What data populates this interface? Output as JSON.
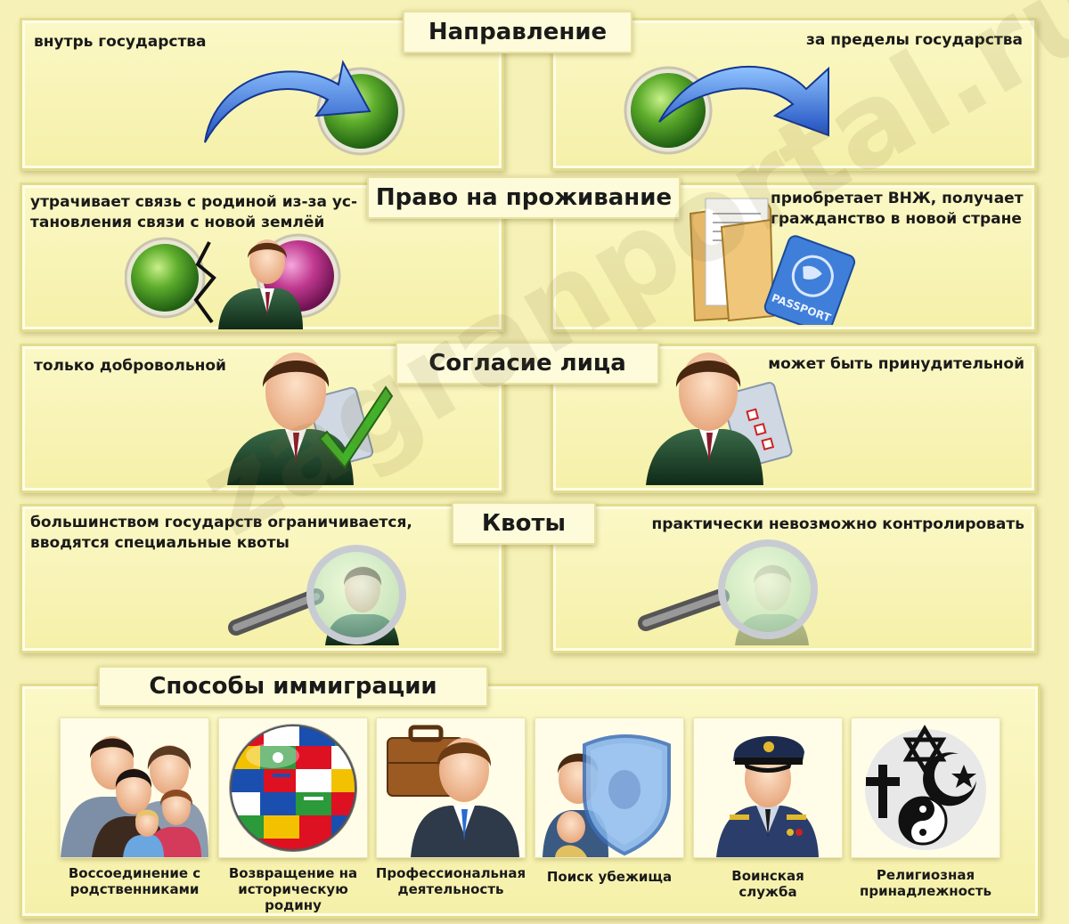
{
  "watermark": "zagranportal.ru",
  "sections": {
    "direction": {
      "title": "Направление",
      "left": "внутрь государства",
      "right": "за пределы государства"
    },
    "residence": {
      "title": "Право на проживание",
      "left": "утрачивает связь с родиной из-за ус-\nтановления связи с новой землёй",
      "right": "приобретает ВНЖ, получает\nгражданство в новой стране",
      "passport_text": "PASSPORT"
    },
    "consent": {
      "title": "Согласие лица",
      "left": "только добровольной",
      "right": "может быть принудительной"
    },
    "quotas": {
      "title": "Квоты",
      "left": "большинством государств ограничивается,\nвводятся специальные квоты",
      "right": "практически невозможно контролировать"
    }
  },
  "ways": {
    "title": "Способы иммиграции",
    "items": [
      {
        "label": "Воссоединение с\nродственниками"
      },
      {
        "label": "Возвращение на\nисторическую\nродину"
      },
      {
        "label": "Профессиональная\nдеятельность"
      },
      {
        "label": "Поиск убежища"
      },
      {
        "label": "Воинская\nслужба"
      },
      {
        "label": "Религиозная\nпринадлежность"
      }
    ]
  },
  "colors": {
    "background": "#f6f1b6",
    "arrow": "#2f6fd6",
    "green_ball": "#4f9f2a",
    "pink_ball": "#c0398f",
    "suit": "#1f3b2a"
  }
}
